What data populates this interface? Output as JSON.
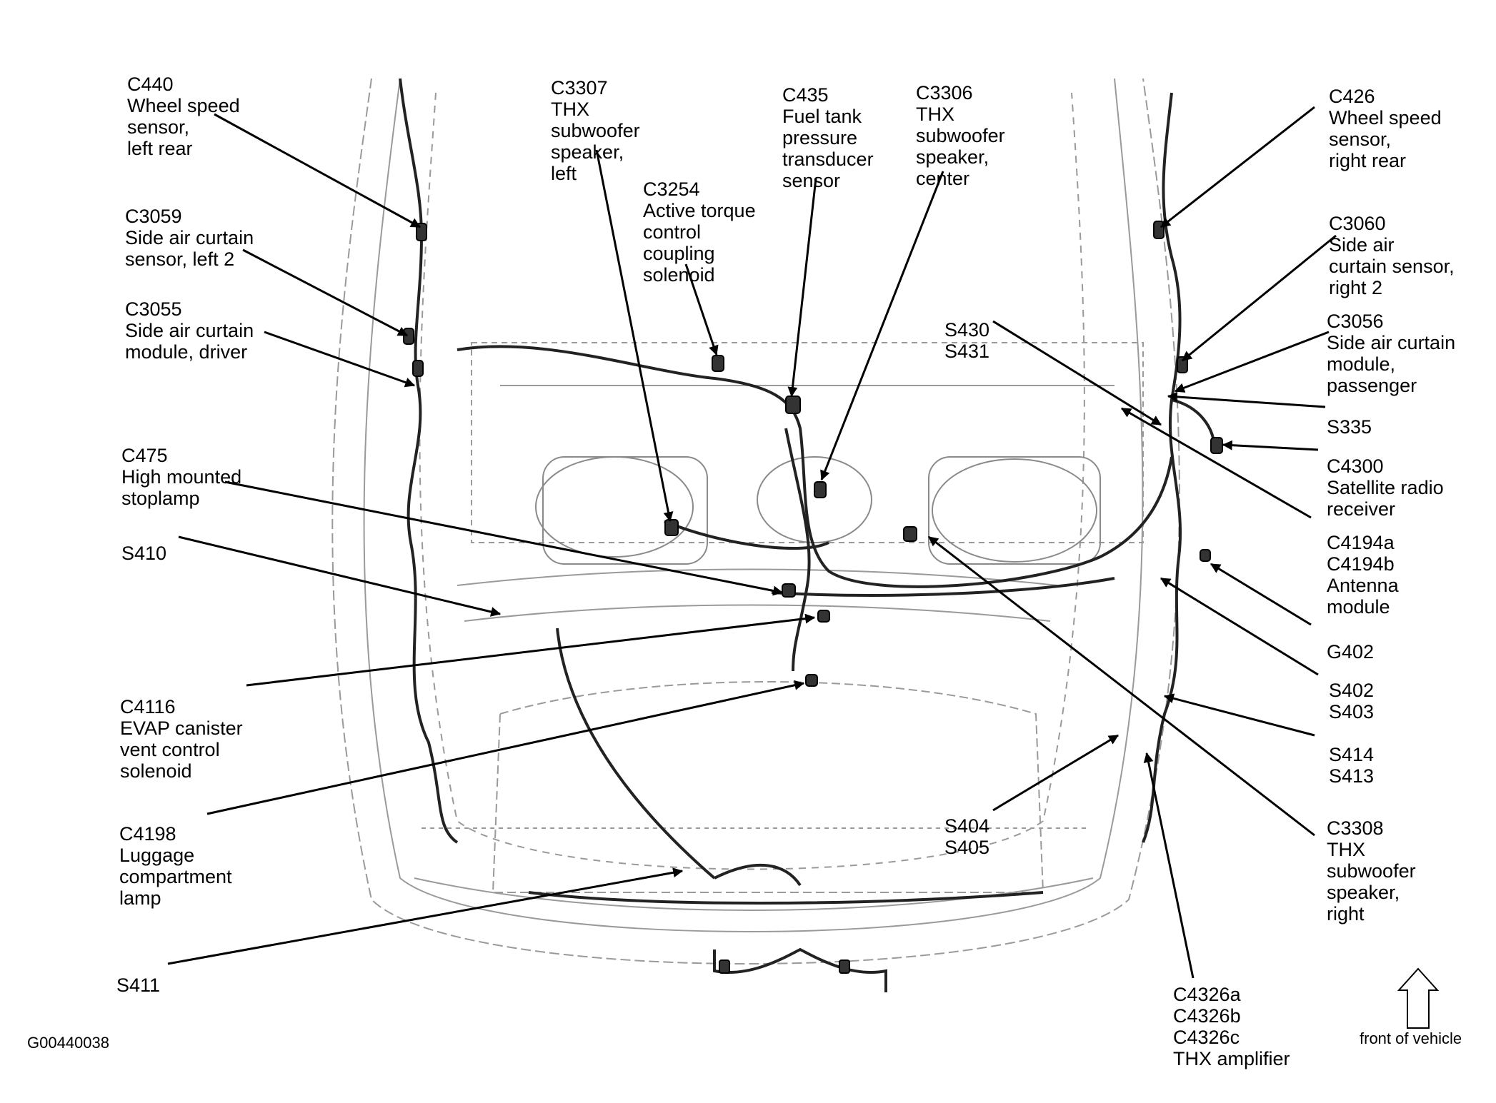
{
  "figure_id": "G00440038",
  "orientation_label": "front of vehicle",
  "callouts": [
    {
      "id": "c440",
      "code": "C440",
      "desc": "Wheel speed\nsensor,\nleft rear"
    },
    {
      "id": "c3059",
      "code": "C3059",
      "desc": "Side air curtain\nsensor, left 2"
    },
    {
      "id": "c3055",
      "code": "C3055",
      "desc": "Side air curtain\nmodule, driver"
    },
    {
      "id": "c475",
      "code": "C475",
      "desc": "High mounted\nstoplamp"
    },
    {
      "id": "s410",
      "code": "S410",
      "desc": ""
    },
    {
      "id": "c4116",
      "code": "C4116",
      "desc": "EVAP canister\nvent control\nsolenoid"
    },
    {
      "id": "c4198",
      "code": "C4198",
      "desc": "Luggage\ncompartment\nlamp"
    },
    {
      "id": "s411",
      "code": "S411",
      "desc": ""
    },
    {
      "id": "c3307",
      "code": "C3307",
      "desc": "THX\nsubwoofer\nspeaker,\nleft"
    },
    {
      "id": "c3254",
      "code": "C3254",
      "desc": "Active torque\ncontrol\ncoupling\nsolenoid"
    },
    {
      "id": "c435",
      "code": "C435",
      "desc": "Fuel tank\npressure\ntransducer\nsensor"
    },
    {
      "id": "c3306",
      "code": "C3306",
      "desc": "THX\nsubwoofer\nspeaker,\ncenter"
    },
    {
      "id": "s430",
      "code": "S430\nS431",
      "desc": ""
    },
    {
      "id": "c426",
      "code": "C426",
      "desc": "Wheel speed\nsensor,\nright rear"
    },
    {
      "id": "c3060",
      "code": "C3060",
      "desc": "Side air\ncurtain sensor,\nright 2"
    },
    {
      "id": "c3056",
      "code": "C3056",
      "desc": "Side air curtain\nmodule,\npassenger"
    },
    {
      "id": "s335",
      "code": "S335",
      "desc": ""
    },
    {
      "id": "c4300",
      "code": "C4300",
      "desc": "Satellite radio\nreceiver"
    },
    {
      "id": "c4194",
      "code": "C4194a\nC4194b",
      "desc": "Antenna\nmodule"
    },
    {
      "id": "g402",
      "code": "G402",
      "desc": ""
    },
    {
      "id": "s402",
      "code": "S402\nS403",
      "desc": ""
    },
    {
      "id": "s414",
      "code": "S414\nS413",
      "desc": ""
    },
    {
      "id": "s404",
      "code": "S404\nS405",
      "desc": ""
    },
    {
      "id": "c3308",
      "code": "C3308",
      "desc": "THX\nsubwoofer\nspeaker,\nright"
    },
    {
      "id": "c4326",
      "code": "C4326a\nC4326b\nC4326c",
      "desc": "THX amplifier"
    }
  ]
}
